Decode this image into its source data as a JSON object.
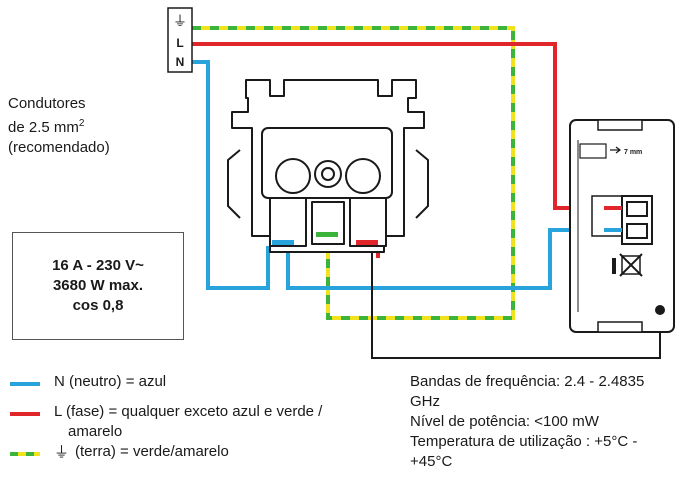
{
  "terminal_block": {
    "earth": "⏚",
    "line": "L",
    "neutral": "N"
  },
  "conductors_note": {
    "line1": "Condutores",
    "line2_prefix": "de 2.5 mm",
    "line2_sup": "2",
    "line3": "(recomendado)"
  },
  "rating_box": {
    "line1": "16 A - 230 V~",
    "line2": "3680 W max.",
    "line3": "cos 0,8"
  },
  "module": {
    "strip_length": "7 mm"
  },
  "legend": {
    "neutral": "N (neutro) = azul",
    "phase_line1": "L (fase) = qualquer exceto azul e verde /",
    "phase_line2": "amarelo",
    "earth_symbol": "⏚",
    "earth": "(terra) = verde/amarelo"
  },
  "specs": {
    "line1": "Bandas de frequência: 2.4 - 2.4835",
    "line2": "GHz",
    "line3": "Nível de potência: <100 mW",
    "line4": "Temperatura de utilização : +5°C -",
    "line5": "+45°C"
  },
  "colors": {
    "neutral": "#29a3dc",
    "phase": "#e0262b",
    "earth_green": "#3cb43c",
    "earth_yellow": "#f0e21c",
    "outline": "#1a1a1a"
  }
}
